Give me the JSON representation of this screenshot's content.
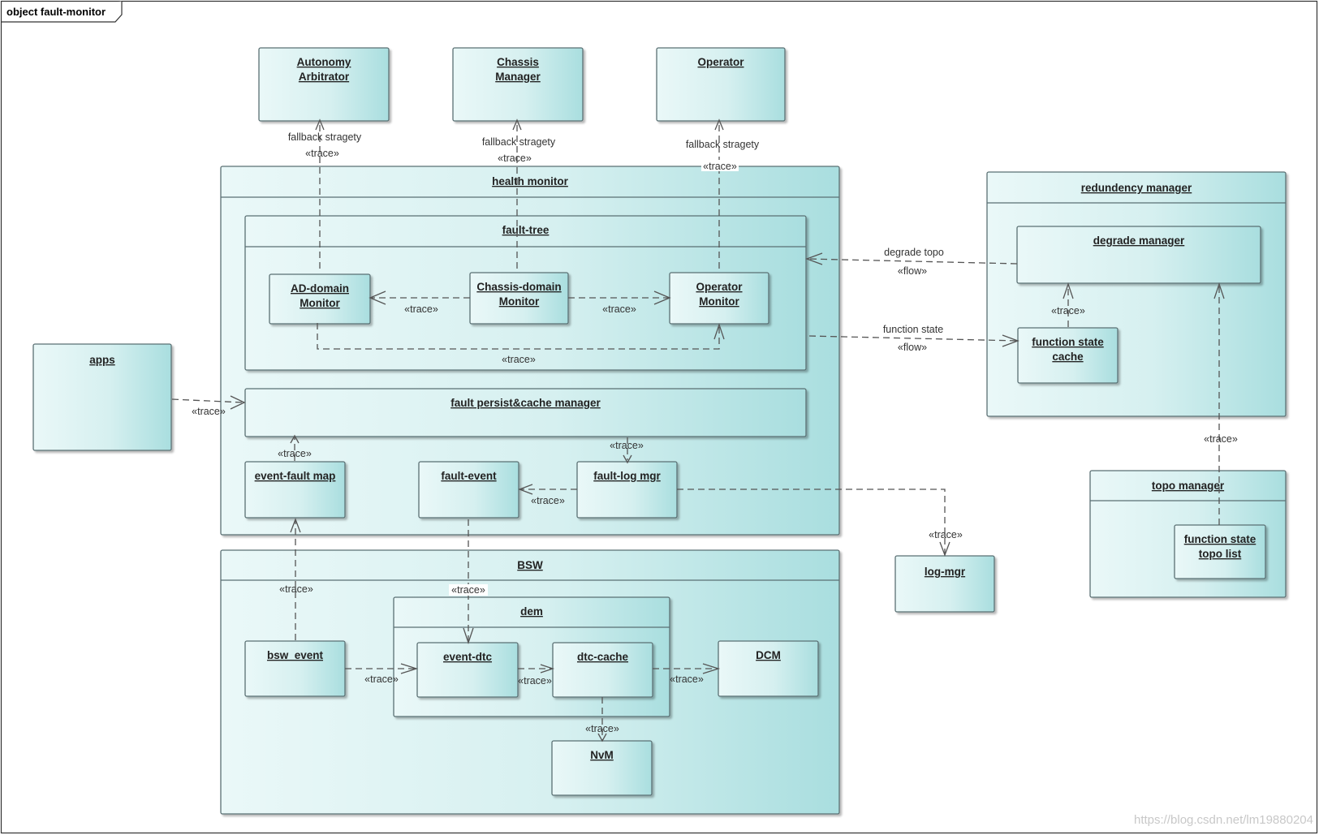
{
  "frame": {
    "title": "object fault-monitor"
  },
  "nodes": {
    "autonomy_arbitrator": [
      "Autonomy",
      "Arbitrator"
    ],
    "chassis_manager": [
      "Chassis",
      "Manager"
    ],
    "operator": [
      "Operator"
    ],
    "health_monitor": [
      "health monitor"
    ],
    "fault_tree": [
      "fault-tree"
    ],
    "ad_domain_monitor": [
      "AD-domain",
      "Monitor"
    ],
    "chassis_domain_monitor": [
      "Chassis-domain",
      "Monitor"
    ],
    "operator_monitor": [
      "Operator",
      "Monitor"
    ],
    "fault_persist": [
      "fault persist&cache manager"
    ],
    "event_fault_map": [
      "event-fault map"
    ],
    "fault_event": [
      "fault-event"
    ],
    "fault_log_mgr": [
      "fault-log mgr"
    ],
    "apps": [
      "apps"
    ],
    "redundency_manager": [
      "redundency manager"
    ],
    "degrade_manager": [
      "degrade manager"
    ],
    "function_state_cache": [
      "function state",
      "cache"
    ],
    "topo_manager": [
      "topo manager"
    ],
    "function_state_topo_list": [
      "function state",
      "topo list"
    ],
    "log_mgr": [
      "log-mgr"
    ],
    "bsw": [
      "BSW"
    ],
    "dem": [
      "dem"
    ],
    "bsw_event": [
      "bsw_event"
    ],
    "event_dtc": [
      "event-dtc"
    ],
    "dtc_cache": [
      "dtc-cache"
    ],
    "dcm": [
      "DCM"
    ],
    "nvm": [
      "NvM"
    ]
  },
  "labels": {
    "fallback": "fallback stragety",
    "trace": "«trace»",
    "flow": "«flow»",
    "degrade_topo": "degrade topo",
    "function_state": "function state"
  },
  "watermark": "https://blog.csdn.net/lm19880204",
  "colors": {
    "fill_light": "#e6f6f6",
    "fill_dark": "#aee0e2",
    "border": "#5a6f73",
    "edge": "#555555"
  }
}
